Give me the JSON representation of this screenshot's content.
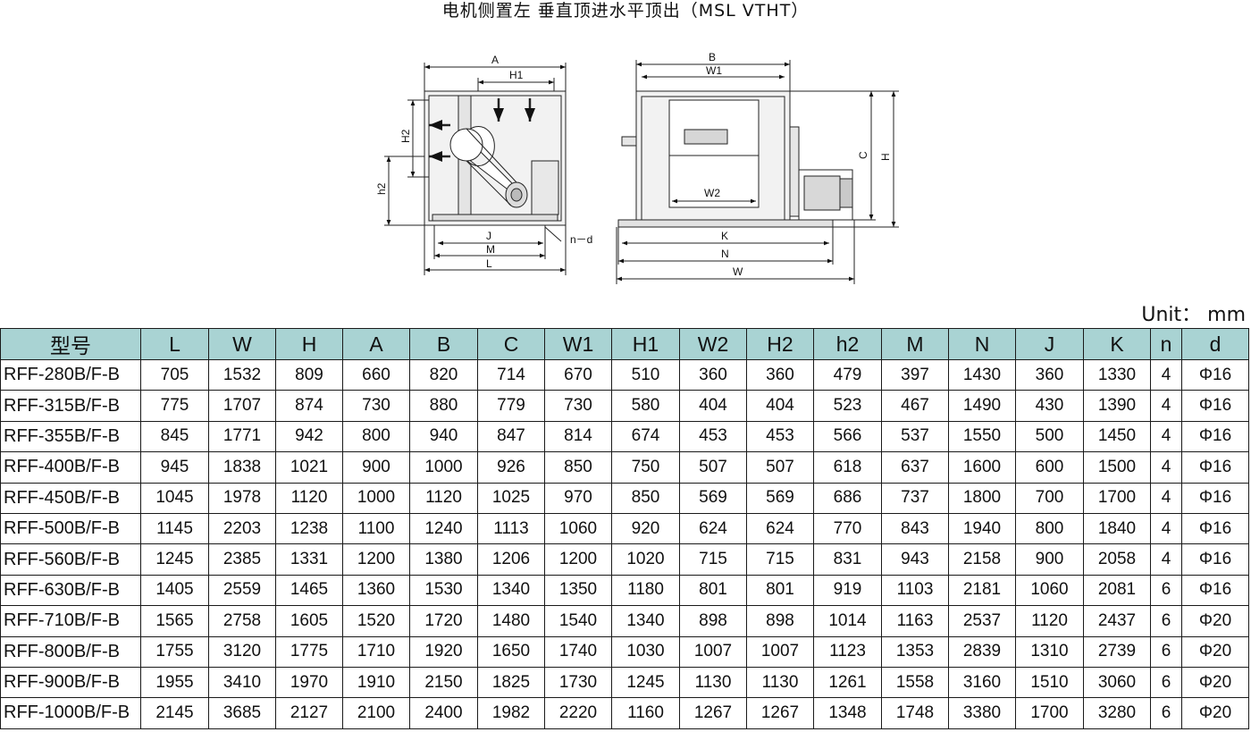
{
  "title": "电机侧置左  垂直顶进水平顶出（MSL VTHT）",
  "unit_label": "Unit：  mm",
  "diagram_labels": {
    "A": "A",
    "H1": "H1",
    "H2": "H2",
    "h2": "h2",
    "J": "J",
    "M": "M",
    "L": "L",
    "nd": "n－d",
    "B": "B",
    "W1": "W1",
    "W2": "W2",
    "C": "C",
    "H": "H",
    "K": "K",
    "N": "N",
    "W": "W"
  },
  "table": {
    "headers": [
      "型号",
      "L",
      "W",
      "H",
      "A",
      "B",
      "C",
      "W1",
      "H1",
      "W2",
      "H2",
      "h2",
      "M",
      "N",
      "J",
      "K",
      "n",
      "d"
    ],
    "rows": [
      [
        "RFF-280B/F-B",
        "705",
        "1532",
        "809",
        "660",
        "820",
        "714",
        "670",
        "510",
        "360",
        "360",
        "479",
        "397",
        "1430",
        "360",
        "1330",
        "4",
        "Φ16"
      ],
      [
        "RFF-315B/F-B",
        "775",
        "1707",
        "874",
        "730",
        "880",
        "779",
        "730",
        "580",
        "404",
        "404",
        "523",
        "467",
        "1490",
        "430",
        "1390",
        "4",
        "Φ16"
      ],
      [
        "RFF-355B/F-B",
        "845",
        "1771",
        "942",
        "800",
        "940",
        "847",
        "814",
        "674",
        "453",
        "453",
        "566",
        "537",
        "1550",
        "500",
        "1450",
        "4",
        "Φ16"
      ],
      [
        "RFF-400B/F-B",
        "945",
        "1838",
        "1021",
        "900",
        "1000",
        "926",
        "850",
        "750",
        "507",
        "507",
        "618",
        "637",
        "1600",
        "600",
        "1500",
        "4",
        "Φ16"
      ],
      [
        "RFF-450B/F-B",
        "1045",
        "1978",
        "1120",
        "1000",
        "1120",
        "1025",
        "970",
        "850",
        "569",
        "569",
        "686",
        "737",
        "1800",
        "700",
        "1700",
        "4",
        "Φ16"
      ],
      [
        "RFF-500B/F-B",
        "1145",
        "2203",
        "1238",
        "1100",
        "1240",
        "1113",
        "1060",
        "920",
        "624",
        "624",
        "770",
        "843",
        "1940",
        "800",
        "1840",
        "4",
        "Φ16"
      ],
      [
        "RFF-560B/F-B",
        "1245",
        "2385",
        "1331",
        "1200",
        "1380",
        "1206",
        "1200",
        "1020",
        "715",
        "715",
        "831",
        "943",
        "2158",
        "900",
        "2058",
        "4",
        "Φ16"
      ],
      [
        "RFF-630B/F-B",
        "1405",
        "2559",
        "1465",
        "1360",
        "1530",
        "1340",
        "1350",
        "1180",
        "801",
        "801",
        "919",
        "1103",
        "2181",
        "1060",
        "2081",
        "6",
        "Φ16"
      ],
      [
        "RFF-710B/F-B",
        "1565",
        "2758",
        "1605",
        "1520",
        "1720",
        "1480",
        "1540",
        "1340",
        "898",
        "898",
        "1014",
        "1163",
        "2537",
        "1120",
        "2437",
        "6",
        "Φ20"
      ],
      [
        "RFF-800B/F-B",
        "1755",
        "3120",
        "1775",
        "1710",
        "1920",
        "1650",
        "1740",
        "1030",
        "1007",
        "1007",
        "1123",
        "1353",
        "2839",
        "1310",
        "2739",
        "6",
        "Φ20"
      ],
      [
        "RFF-900B/F-B",
        "1955",
        "3410",
        "1970",
        "1910",
        "2150",
        "1825",
        "1730",
        "1245",
        "1130",
        "1130",
        "1261",
        "1558",
        "3160",
        "1510",
        "3060",
        "6",
        "Φ20"
      ],
      [
        "RFF-1000B/F-B",
        "2145",
        "3685",
        "2127",
        "2100",
        "2400",
        "1982",
        "2220",
        "1160",
        "1267",
        "1267",
        "1348",
        "1748",
        "3380",
        "1700",
        "3280",
        "6",
        "Φ20"
      ]
    ]
  }
}
